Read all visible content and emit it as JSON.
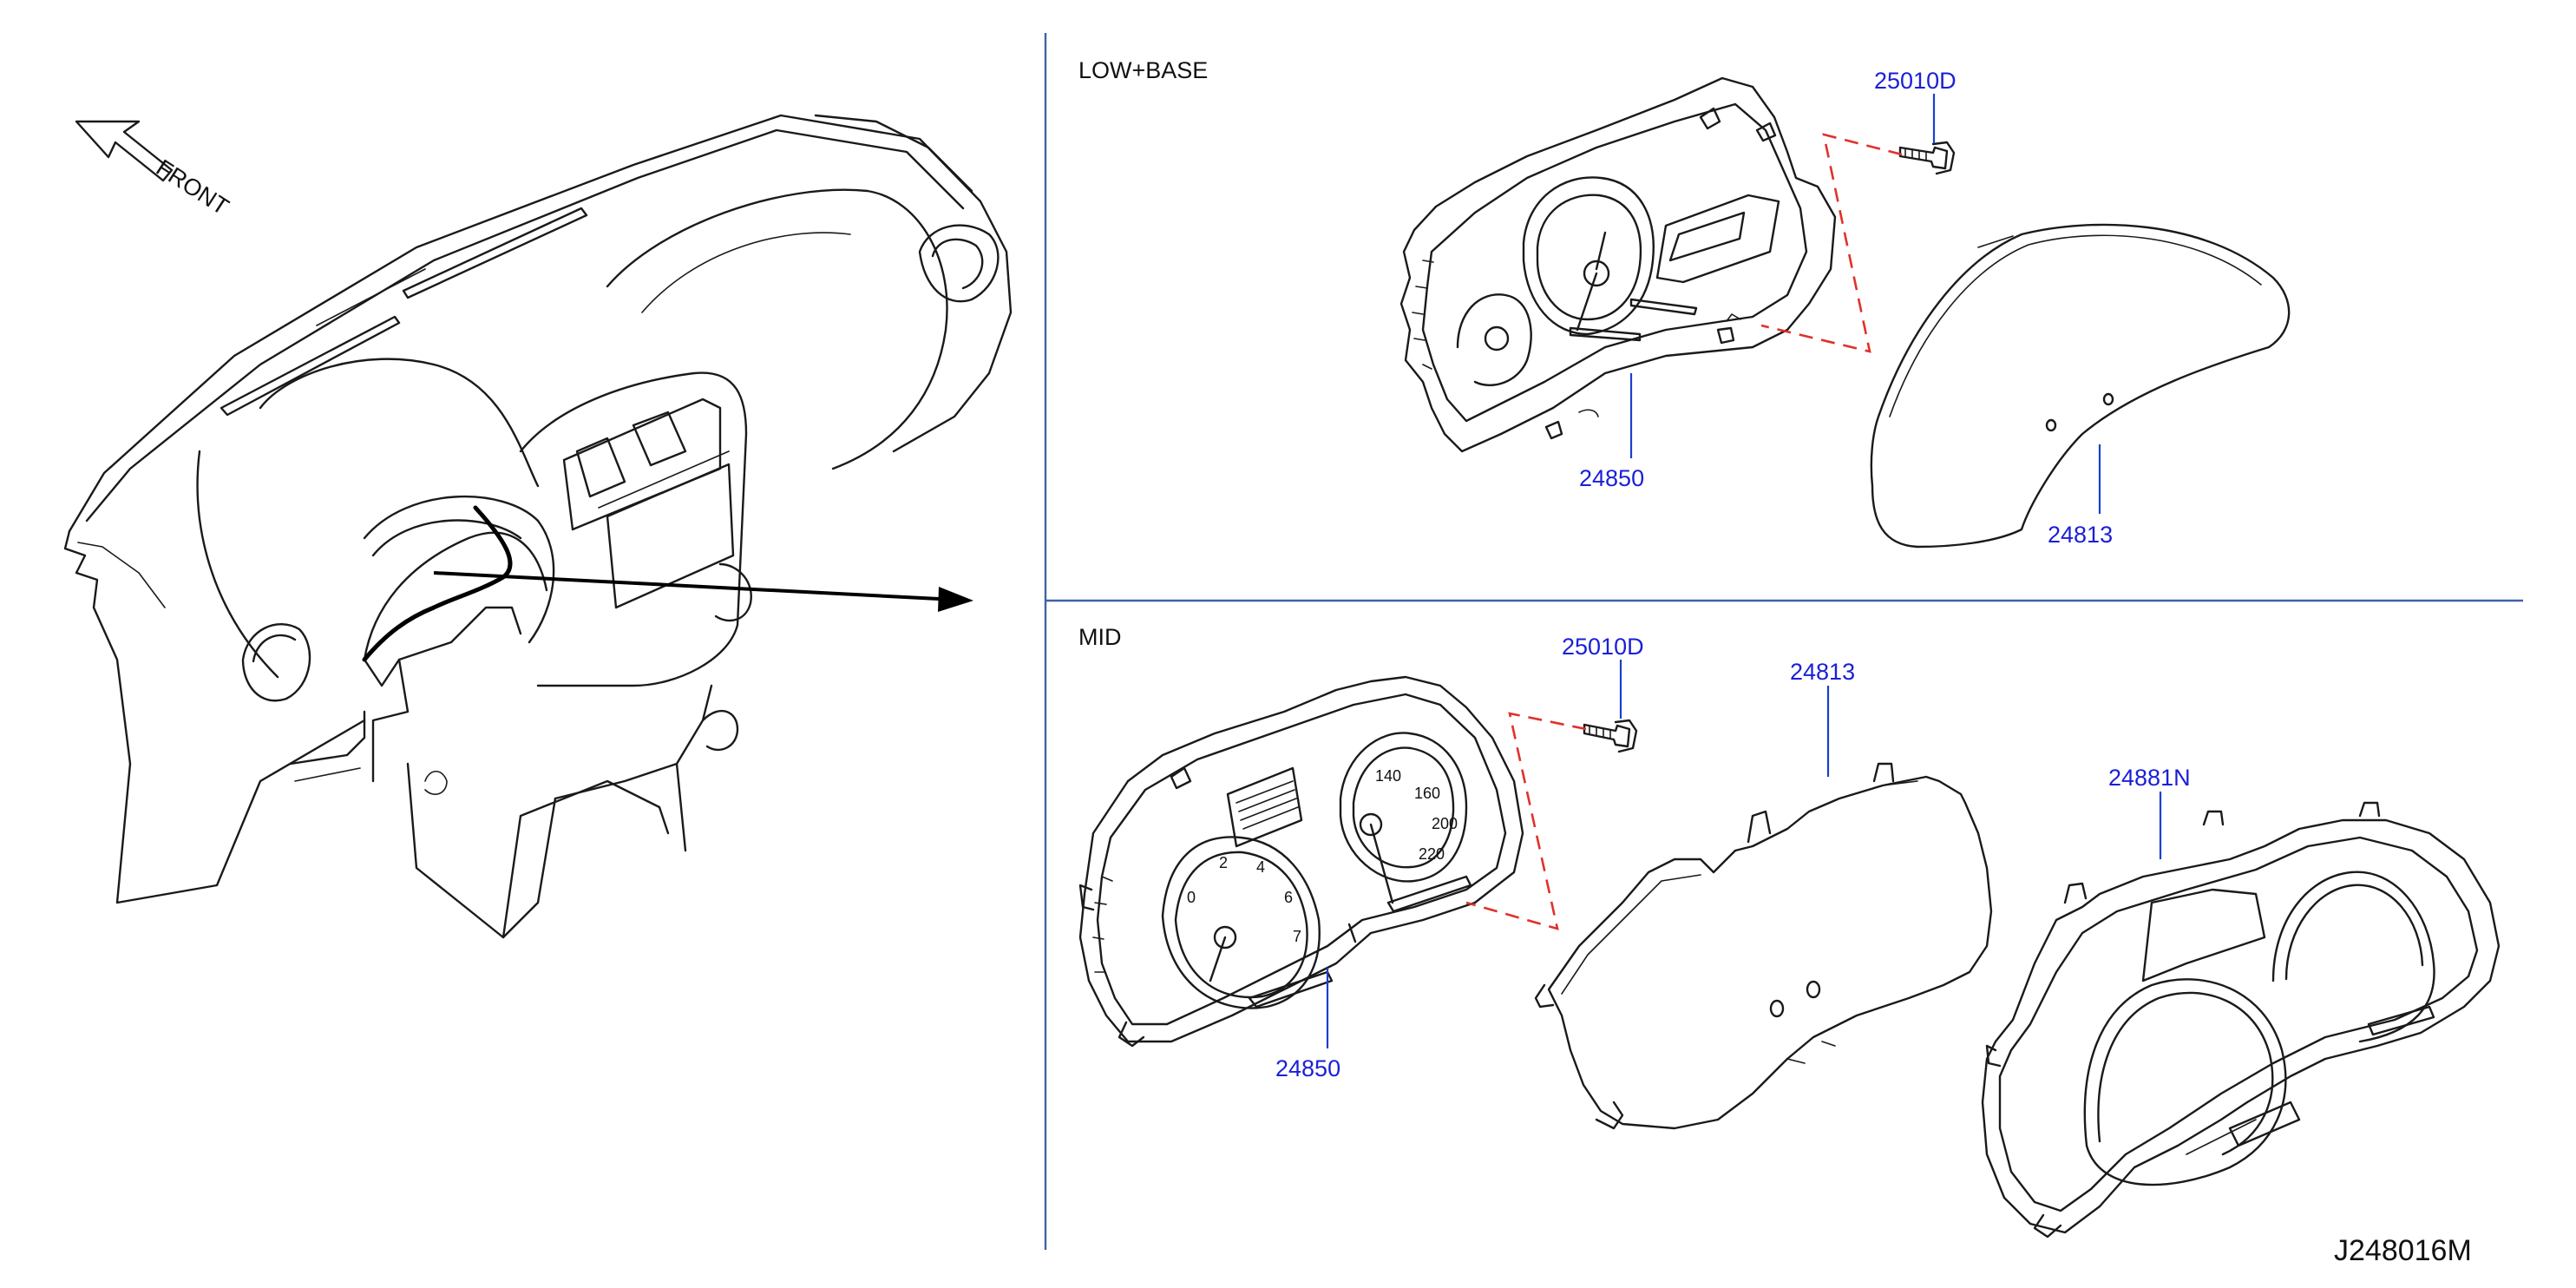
{
  "diagram": {
    "front_label": "FRONT",
    "sections": {
      "top": {
        "title": "LOW+BASE"
      },
      "bottom": {
        "title": "MID"
      }
    },
    "parts": {
      "top_screw": "25010D",
      "top_cluster": "24850",
      "top_cover": "24813",
      "bottom_screw": "25010D",
      "bottom_cover": "24813",
      "bottom_cluster": "24850",
      "bottom_finisher": "24881N"
    },
    "drawing_code": "J248016M",
    "colors": {
      "part_number": "#1a1fd6",
      "leader_line": "#1a3fd0",
      "fastening_dash": "#e0312b",
      "divider": "#3d63a8",
      "ink": "#1a1a1a"
    }
  }
}
